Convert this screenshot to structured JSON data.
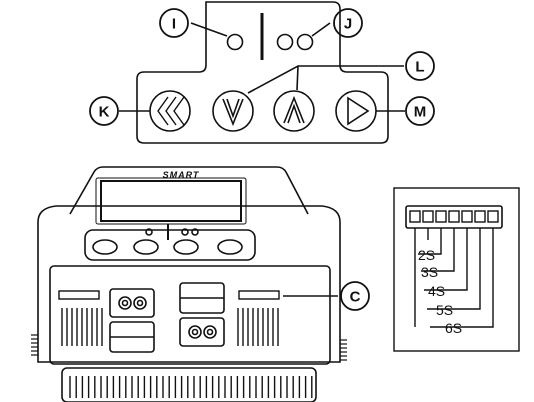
{
  "callouts": {
    "I": "I",
    "J": "J",
    "K": "K",
    "L": "L",
    "M": "M",
    "C": "C"
  },
  "device": {
    "brand_mark": "SMART"
  },
  "balance_port": {
    "cells": [
      "2S",
      "3S",
      "4S",
      "5S",
      "6S"
    ]
  },
  "colors": {
    "stroke": "#111111",
    "background": "#ffffff"
  }
}
